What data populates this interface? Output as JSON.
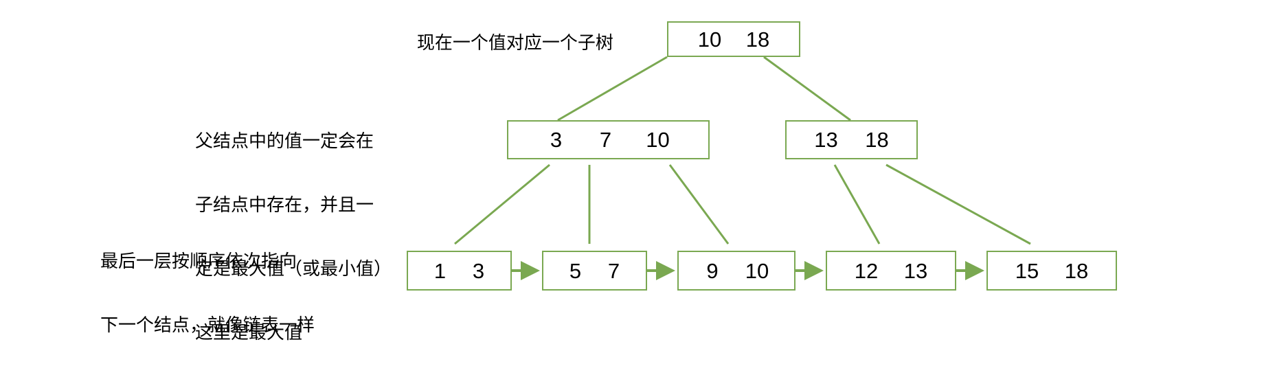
{
  "diagram": {
    "title_annotation": "现在一个值对应一个子树",
    "parent_annotation": {
      "line1": "父结点中的值一定会在",
      "line2": "子结点中存在，并且一",
      "line3": "定是最大值（或最小值）",
      "line4": "这里是最大值"
    },
    "leaf_annotation": {
      "line1": "最后一层按顺序依次指向",
      "line2": "下一个结点，就像链表一样"
    },
    "colors": {
      "node_border": "#7aa851",
      "edge": "#7aa851",
      "text": "#000000",
      "background": "#ffffff"
    },
    "levels": {
      "root": {
        "label": "root-node",
        "keys": [
          "10",
          "18"
        ]
      },
      "internal": [
        {
          "label": "internal-node-left",
          "keys": [
            "3",
            "7",
            "10"
          ]
        },
        {
          "label": "internal-node-right",
          "keys": [
            "13",
            "18"
          ]
        }
      ],
      "leaves": [
        {
          "label": "leaf-node-1",
          "keys": [
            "1",
            "3"
          ]
        },
        {
          "label": "leaf-node-2",
          "keys": [
            "5",
            "7"
          ]
        },
        {
          "label": "leaf-node-3",
          "keys": [
            "9",
            "10"
          ]
        },
        {
          "label": "leaf-node-4",
          "keys": [
            "12",
            "13"
          ]
        },
        {
          "label": "leaf-node-5",
          "keys": [
            "15",
            "18"
          ]
        }
      ]
    }
  }
}
